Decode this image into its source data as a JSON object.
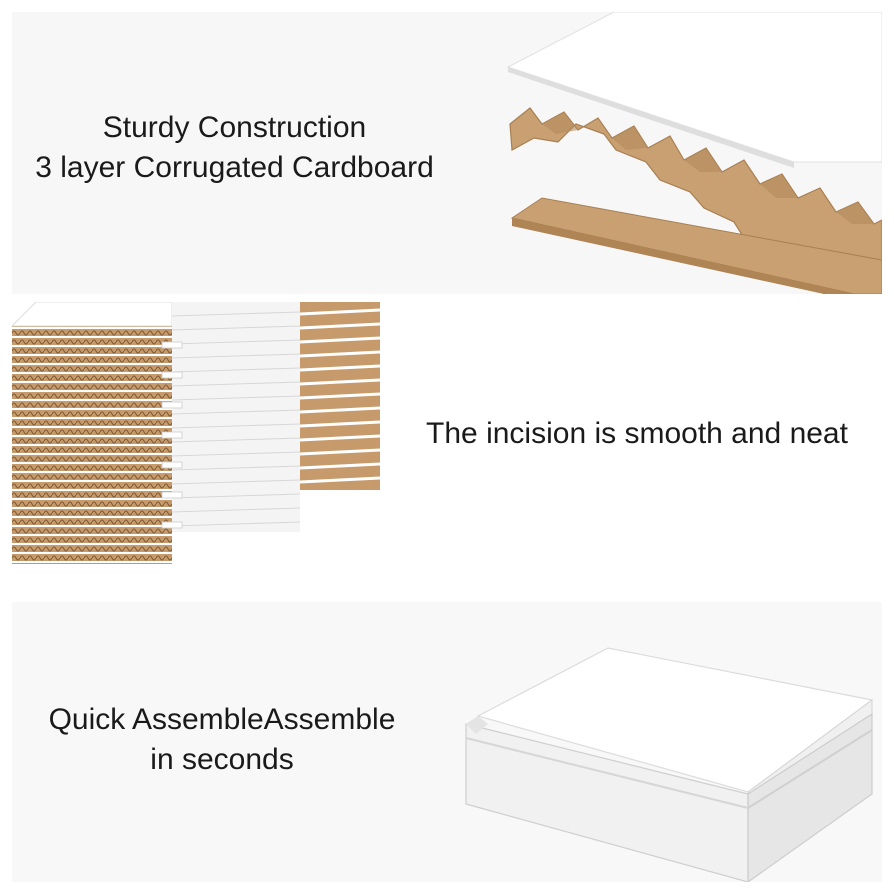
{
  "sections": [
    {
      "lines": [
        "Sturdy Construction",
        "3 layer Corrugated Cardboard"
      ],
      "image": "corrugated-layers-illustration"
    },
    {
      "lines": [
        "The incision is smooth and neat"
      ],
      "image": "stacked-flat-boxes-illustration"
    },
    {
      "lines": [
        "Quick AssembleAssemble",
        "in seconds"
      ],
      "image": "white-mailer-box-illustration"
    }
  ],
  "colors": {
    "kraft": "#c9a072",
    "kraft_dark": "#a77f52",
    "white_board": "#ffffff",
    "panel_bg": "#f7f7f7"
  }
}
